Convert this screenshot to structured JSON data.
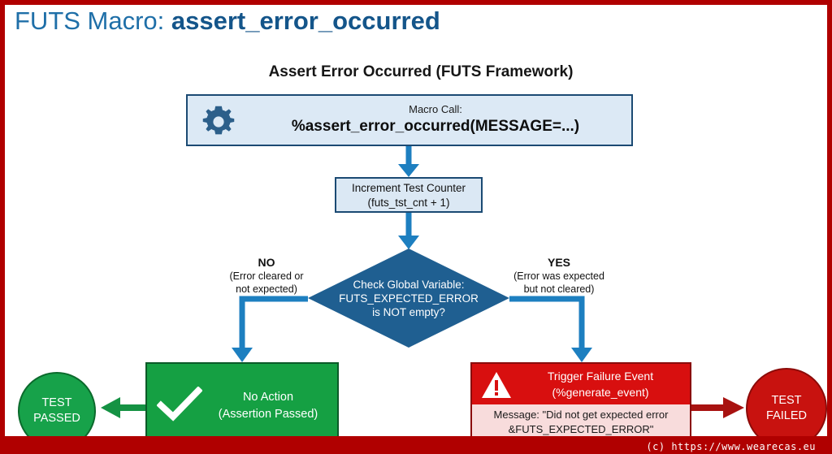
{
  "slide": {
    "title_regular": "FUTS Macro: ",
    "title_bold": "assert_error_occurred",
    "title_color": "#1f6fa8",
    "frame_color": "#b00000"
  },
  "diagram": {
    "title": "Assert Error Occurred (FUTS Framework)",
    "macro_box": {
      "icon": "gear-icon",
      "label": "Macro Call:",
      "call": "%assert_error_occurred(MESSAGE=...)",
      "fill": "#dce9f5",
      "border": "#1b4a73"
    },
    "increment_box": {
      "line1": "Increment Test Counter",
      "line2": "(futs_tst_cnt + 1)",
      "fill": "#dbe8f4",
      "border": "#1b4a73"
    },
    "decision": {
      "line1": "Check Global Variable:",
      "line2": "FUTS_EXPECTED_ERROR",
      "line3": "is NOT empty?",
      "fill": "#1f5f91"
    },
    "branch_no": {
      "head": "NO",
      "sub_line1": "(Error cleared or",
      "sub_line2": "not expected)"
    },
    "branch_yes": {
      "head": "YES",
      "sub_line1": "(Error was expected",
      "sub_line2": "but not cleared)"
    },
    "pass_box": {
      "icon": "check-icon",
      "line1": "No Action",
      "line2": "(Assertion Passed)",
      "fill": "#15a043",
      "border": "#0b5a28"
    },
    "fail_box": {
      "icon": "warning-triangle-icon",
      "head_line1": "Trigger Failure Event",
      "head_line2": "(%generate_event)",
      "body_line1": "Message: \"Did not get expected error",
      "body_line2": "&FUTS_EXPECTED_ERROR\"",
      "head_fill": "#d80f0f",
      "body_fill": "#f8dcdc",
      "border": "#8a0b0b"
    },
    "terminal_passed": {
      "line1": "TEST",
      "line2": "PASSED",
      "fill": "#17a24a"
    },
    "terminal_failed": {
      "line1": "TEST",
      "line2": "FAILED",
      "fill": "#c8120f"
    },
    "connector_color_blue": "#1d7fc0",
    "connector_color_green": "#159243",
    "connector_color_red": "#a81210"
  },
  "footer": {
    "watermark": "(c) https://www.wearecas.eu",
    "band_color": "#b00000"
  }
}
